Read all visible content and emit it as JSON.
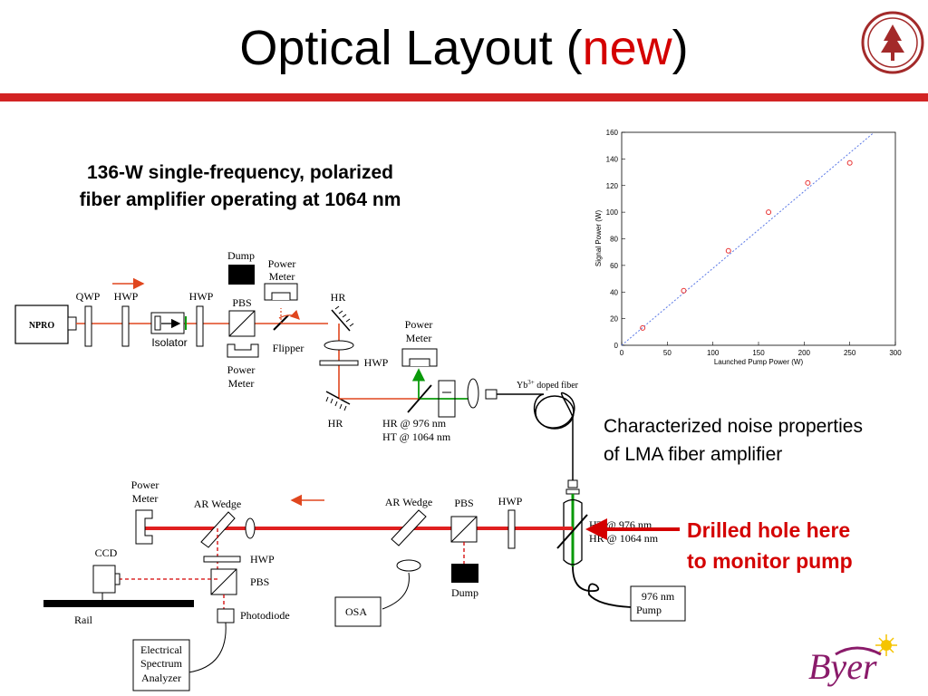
{
  "title": {
    "main": "Optical Layout (",
    "accent": "new",
    "close": ")"
  },
  "caption_left": [
    "136-W single-frequency, polarized",
    "fiber amplifier operating at 1064 nm"
  ],
  "caption_right": [
    "Characterized noise properties",
    "of LMA fiber amplifier"
  ],
  "callout": [
    "Drilled hole here",
    "to monitor pump"
  ],
  "logo_text": "Byer",
  "diagram": {
    "npro": "NPRO",
    "qwp": "QWP",
    "hwp1": "HWP",
    "hwp2": "HWP",
    "isolator": "Isolator",
    "dump_top": "Dump",
    "power_meter_top": [
      "Power",
      "Meter"
    ],
    "pbs_top": "PBS",
    "power_meter_below": [
      "Power",
      "Meter"
    ],
    "flipper": "Flipper",
    "hr_top": "HR",
    "hwp_mid": "HWP",
    "hr_bottom": "HR",
    "power_meter_right": [
      "Power",
      "Meter"
    ],
    "dichroic_label": [
      "HR @ 976 nm",
      "HT @ 1064 nm"
    ],
    "fiber_label_pre": "Yb",
    "fiber_label_sup": "3+",
    "fiber_label_post": " doped fiber",
    "power_meter_bl": [
      "Power",
      "Meter"
    ],
    "ar_wedge_left": "AR Wedge",
    "ar_wedge_right": "AR Wedge",
    "pbs_bottom": "PBS",
    "hwp_bottom": "HWP",
    "dichroic_lower": [
      "HT @ 976 nm",
      "HR @ 1064 nm"
    ],
    "ccd": "CCD",
    "hwp_ccd": "HWP",
    "pbs_ccd": "PBS",
    "rail": "Rail",
    "photodiode": "Photodiode",
    "esa": [
      "Electrical",
      "Spectrum",
      "Analyzer"
    ],
    "osa": "OSA",
    "dump_bottom": "Dump",
    "pump": [
      "976 nm",
      "Pump"
    ]
  },
  "chart_data": {
    "type": "scatter",
    "xlabel": "Launched Pump Power (W)",
    "ylabel": "Signal Power (W)",
    "xlim": [
      0,
      300
    ],
    "ylim": [
      0,
      160
    ],
    "xticks": [
      "0",
      "50",
      "100",
      "150",
      "200",
      "250",
      "300"
    ],
    "yticks": [
      "0",
      "20",
      "40",
      "60",
      "80",
      "100",
      "120",
      "140",
      "160"
    ],
    "x": [
      23,
      68,
      117,
      161,
      204,
      250
    ],
    "y": [
      13,
      41,
      71,
      100,
      122,
      137
    ],
    "fit": {
      "x": [
        0,
        275
      ],
      "y": [
        0,
        159
      ]
    },
    "point_color": "#e83030",
    "fit_color": "#5a78e6"
  }
}
